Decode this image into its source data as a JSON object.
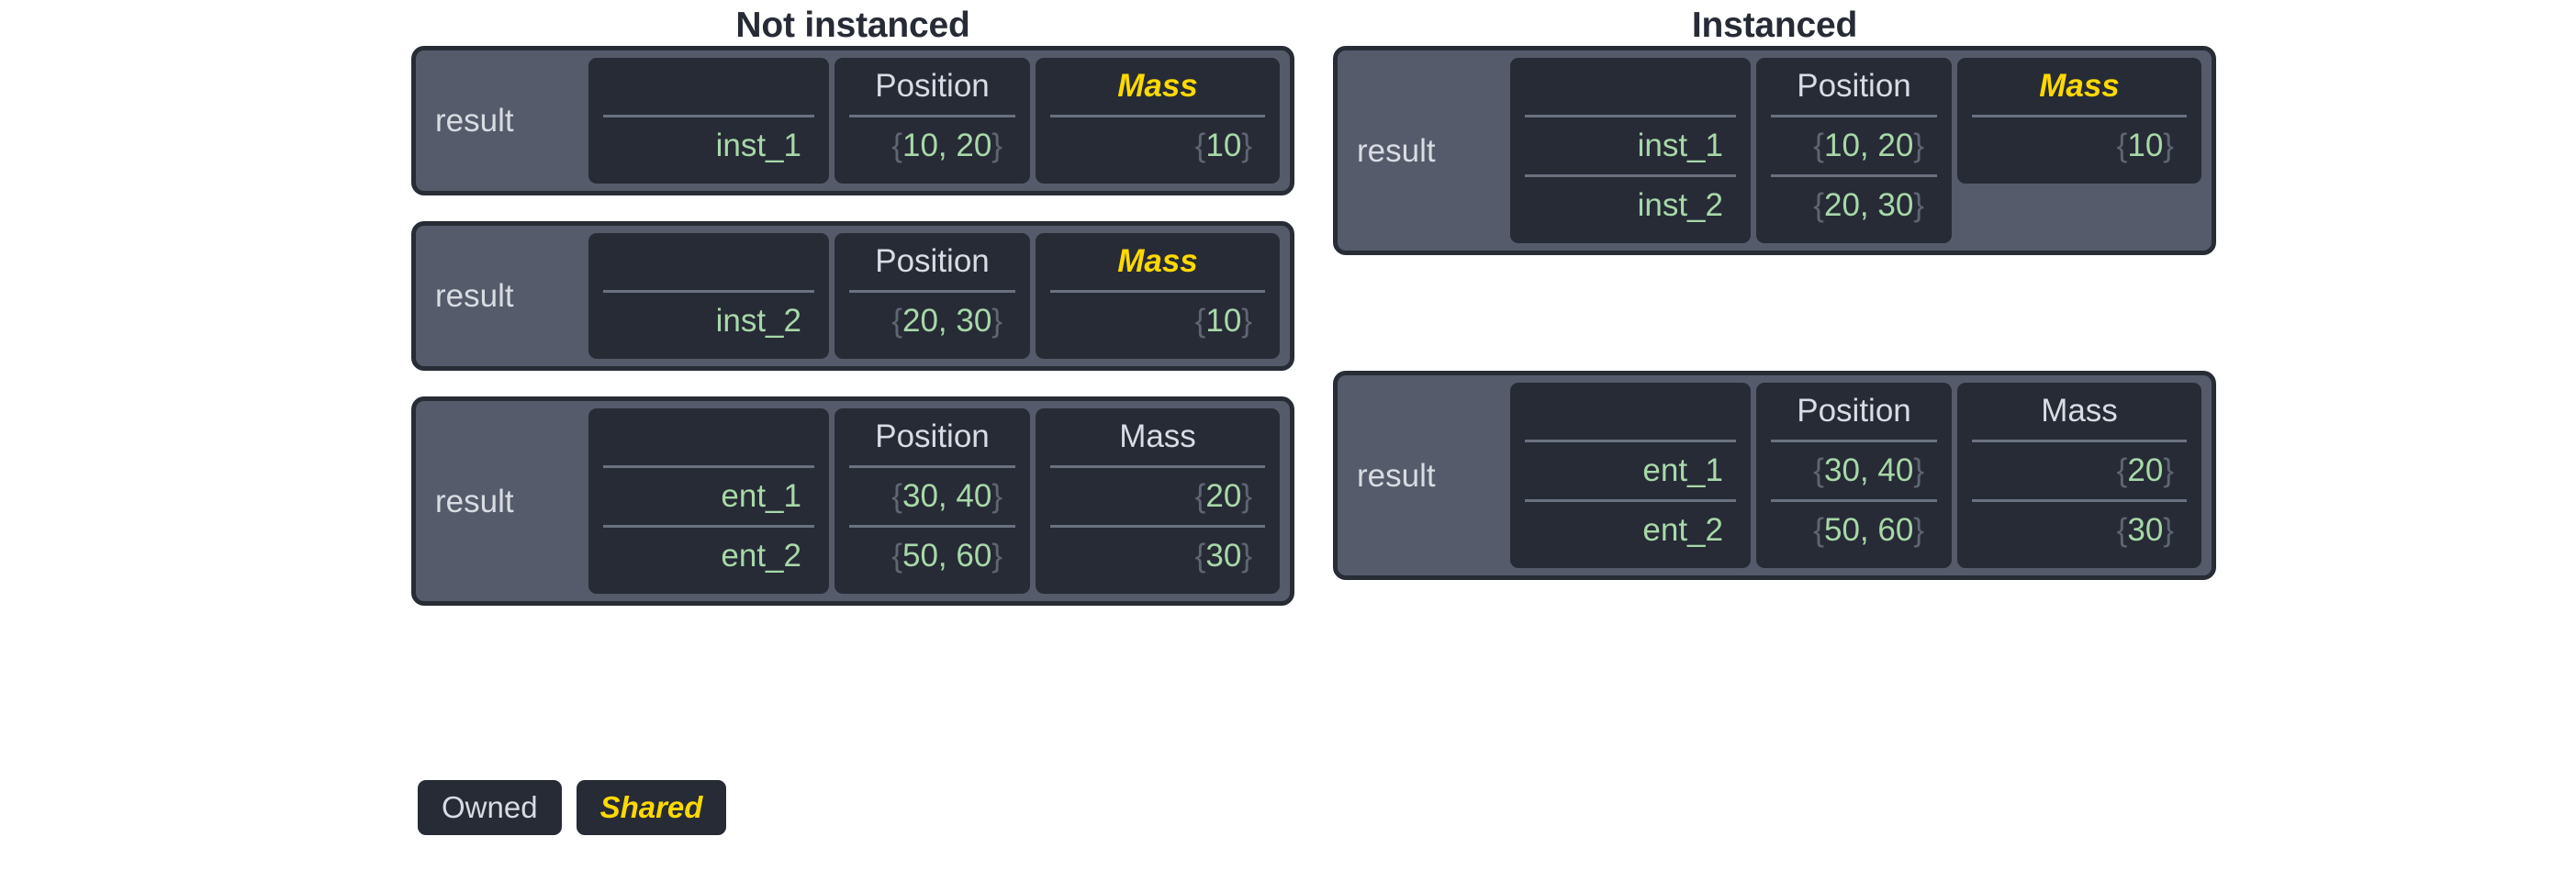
{
  "legend": {
    "owned_label": "Owned",
    "shared_label": "Shared",
    "owned_color": "#d8dce3",
    "shared_color": "#ffd900"
  },
  "colors": {
    "panel_bg": "#555b6a",
    "panel_border": "#272c35",
    "card_bg": "#262b36",
    "value_green": "#a8d8a8",
    "brace_gray": "#5e6672",
    "header_text": "#d8dce3",
    "shared_yellow": "#ffd900",
    "title_text": "#262b36",
    "page_bg": "#ffffff"
  },
  "columns": [
    {
      "id": "not-instanced",
      "title": "Not instanced",
      "panels": [
        {
          "id": "ni-inst1",
          "result_label": "result",
          "headers": {
            "name": "",
            "position": "Position",
            "mass": "Mass"
          },
          "mass_shared": true,
          "mass_row_count": 1,
          "rows": [
            {
              "name": "inst_1",
              "position": "{10, 20}",
              "mass": "{10}"
            }
          ]
        },
        {
          "id": "ni-inst2",
          "result_label": "result",
          "headers": {
            "name": "",
            "position": "Position",
            "mass": "Mass"
          },
          "mass_shared": true,
          "mass_row_count": 1,
          "rows": [
            {
              "name": "inst_2",
              "position": "{20, 30}",
              "mass": "{10}"
            }
          ]
        },
        {
          "id": "ni-ents",
          "result_label": "result",
          "headers": {
            "name": "",
            "position": "Position",
            "mass": "Mass"
          },
          "mass_shared": false,
          "mass_row_count": 2,
          "rows": [
            {
              "name": "ent_1",
              "position": "{30, 40}",
              "mass": "{20}"
            },
            {
              "name": "ent_2",
              "position": "{50, 60}",
              "mass": "{30}"
            }
          ]
        }
      ]
    },
    {
      "id": "instanced",
      "title": "Instanced",
      "panels": [
        {
          "id": "in-insts",
          "result_label": "result",
          "headers": {
            "name": "",
            "position": "Position",
            "mass": "Mass"
          },
          "mass_shared": true,
          "mass_row_count": 1,
          "rows": [
            {
              "name": "inst_1",
              "position": "{10, 20}",
              "mass": "{10}"
            },
            {
              "name": "inst_2",
              "position": "{20, 30}",
              "mass": null
            }
          ]
        },
        {
          "id": "in-ents",
          "result_label": "result",
          "headers": {
            "name": "",
            "position": "Position",
            "mass": "Mass"
          },
          "mass_shared": false,
          "mass_row_count": 2,
          "rows": [
            {
              "name": "ent_1",
              "position": "{30, 40}",
              "mass": "{20}"
            },
            {
              "name": "ent_2",
              "position": "{50, 60}",
              "mass": "{30}"
            }
          ]
        }
      ]
    }
  ]
}
